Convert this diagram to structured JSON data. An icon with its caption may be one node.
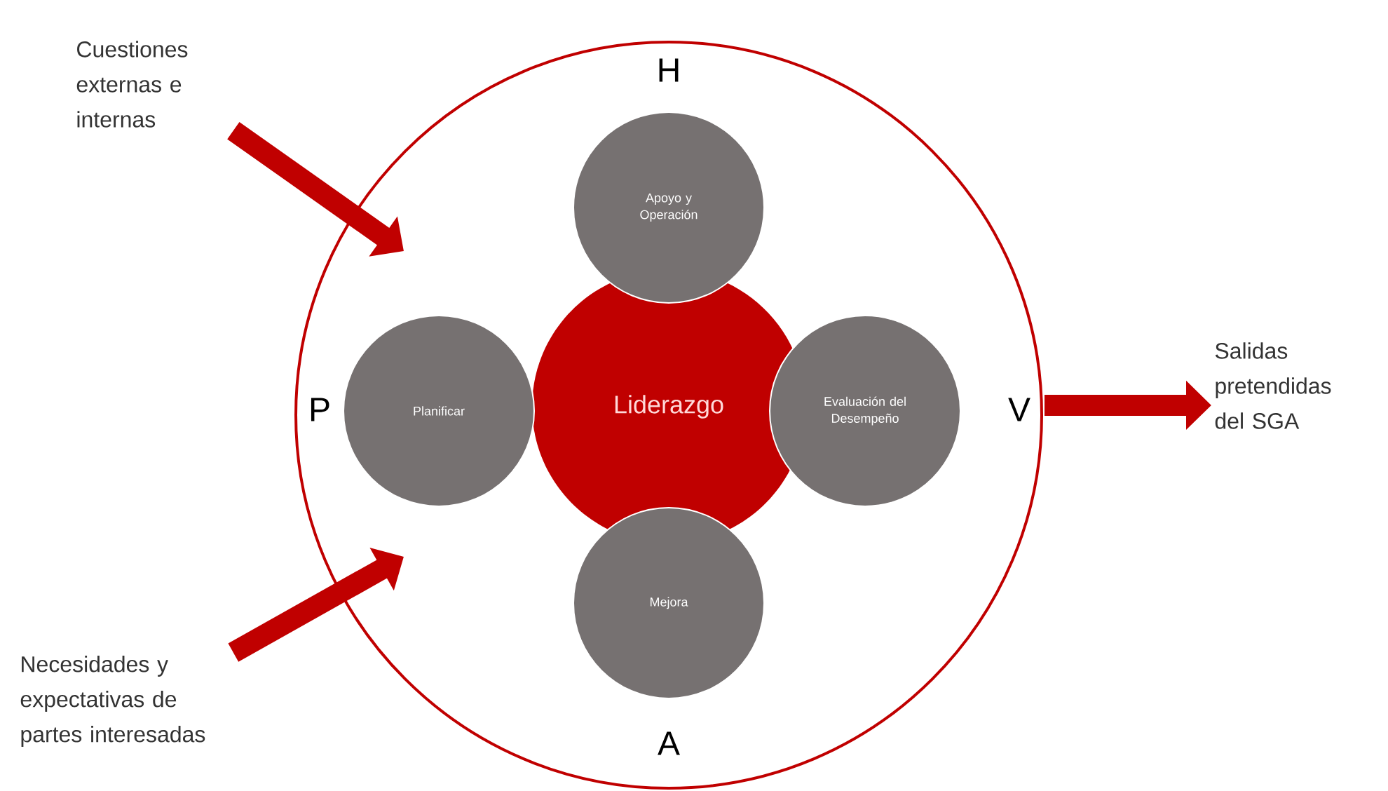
{
  "diagram": {
    "nodes": [
      {
        "text": [
          "H",
          "P",
          "V",
          "A"
        ]
      },
      {
        "text": [
          "Liderazgo"
        ],
        "in": 0
      },
      {
        "text": [
          "Apoyo y Operación"
        ],
        "in": 0
      },
      {
        "text": [
          "Planificar"
        ],
        "in": 0
      },
      {
        "text": [
          "Evaluación del Desempeño"
        ],
        "in": 0
      },
      {
        "text": [
          "Mejora"
        ],
        "in": 0
      },
      {
        "text": [
          "Cuestiones externas e internas"
        ]
      },
      {
        "text": [
          "Necesidades y expectativas de partes interesadas"
        ]
      },
      {
        "text": [
          "Salidas pretendidas del SGA"
        ]
      }
    ],
    "edges": [
      {
        "from": 6,
        "to": 0,
        "arrow": "to"
      },
      {
        "from": 7,
        "to": 0,
        "arrow": "to"
      },
      {
        "from": 0,
        "to": 8,
        "arrow": "to"
      }
    ]
  }
}
